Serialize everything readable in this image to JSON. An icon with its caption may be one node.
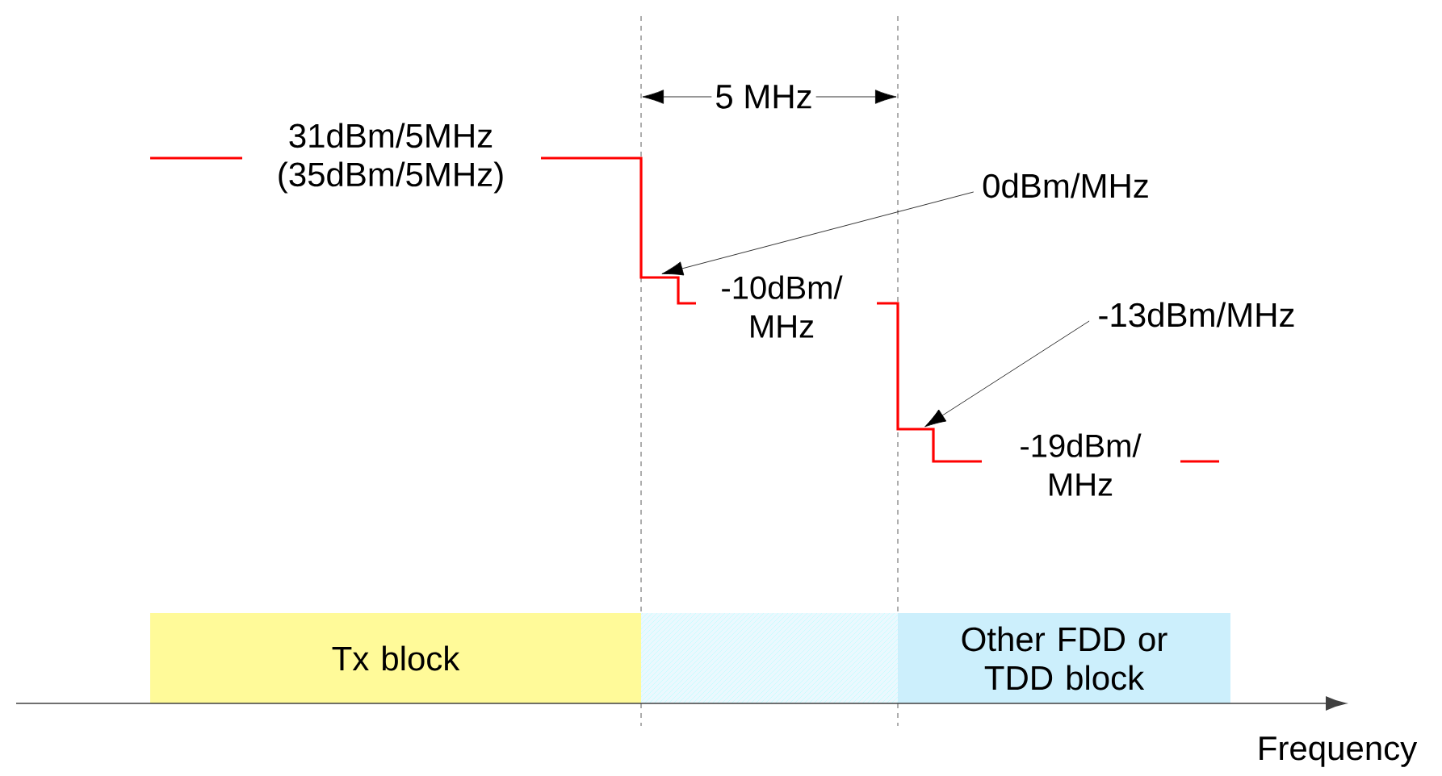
{
  "diagram": {
    "nodes": [
      {
        "text": [
          "Tx block"
        ]
      },
      {
        "text": [],
        "shape": "box"
      },
      {
        "text": [
          "Other FDD or TDD block"
        ]
      },
      {
        "text": [
          "0dBm/MHz"
        ]
      },
      {
        "text": [
          "-13dBm/MHz"
        ]
      }
    ],
    "edges": [
      {
        "from": 3,
        "to": null,
        "arrow": "to"
      },
      {
        "from": 4,
        "to": null,
        "arrow": "to"
      }
    ],
    "labels": [
      "5 MHz",
      "31dBm/5MHz (35dBm/5MHz)",
      "-10dBm/ MHz",
      "-19dBm/ MHz",
      "Frequency"
    ]
  }
}
